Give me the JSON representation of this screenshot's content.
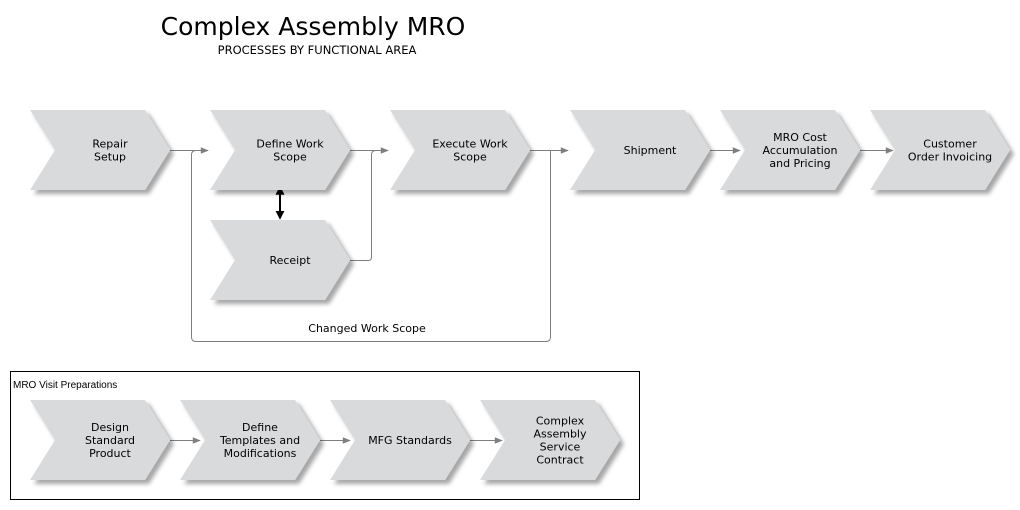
{
  "header": {
    "title": "Complex Assembly MRO",
    "subtitle": "PROCESSES BY FUNCTIONAL AREA"
  },
  "colors": {
    "chevron_fill": "#d9dadb",
    "chevron_shadow": "#b9b9b9",
    "connector": "#7f7f7f",
    "bidirectional_arrow": "#000000",
    "group_border": "#000000"
  },
  "main_flow": {
    "steps": [
      {
        "id": "repair-setup",
        "lines": [
          "Repair",
          "Setup"
        ]
      },
      {
        "id": "define-work-scope",
        "lines": [
          "Define Work",
          "Scope"
        ]
      },
      {
        "id": "execute-work-scope",
        "lines": [
          "Execute Work",
          "Scope"
        ]
      },
      {
        "id": "shipment",
        "lines": [
          "Shipment"
        ]
      },
      {
        "id": "mro-cost",
        "lines": [
          "MRO Cost",
          "Accumulation",
          "and Pricing"
        ]
      },
      {
        "id": "customer-order-invoicing",
        "lines": [
          "Customer",
          "Order Invoicing"
        ]
      }
    ],
    "sub_step": {
      "id": "receipt",
      "lines": [
        "Receipt"
      ]
    },
    "loop_label": "Changed Work Scope"
  },
  "group": {
    "label": "MRO Visit Preparations",
    "steps": [
      {
        "id": "design-standard-product",
        "lines": [
          "Design",
          "Standard",
          "Product"
        ]
      },
      {
        "id": "define-templates",
        "lines": [
          "Define",
          "Templates and",
          "Modifications"
        ]
      },
      {
        "id": "mfg-standards",
        "lines": [
          "MFG Standards"
        ]
      },
      {
        "id": "service-contract",
        "lines": [
          "Complex",
          "Assembly",
          "Service",
          "Contract"
        ]
      }
    ]
  }
}
